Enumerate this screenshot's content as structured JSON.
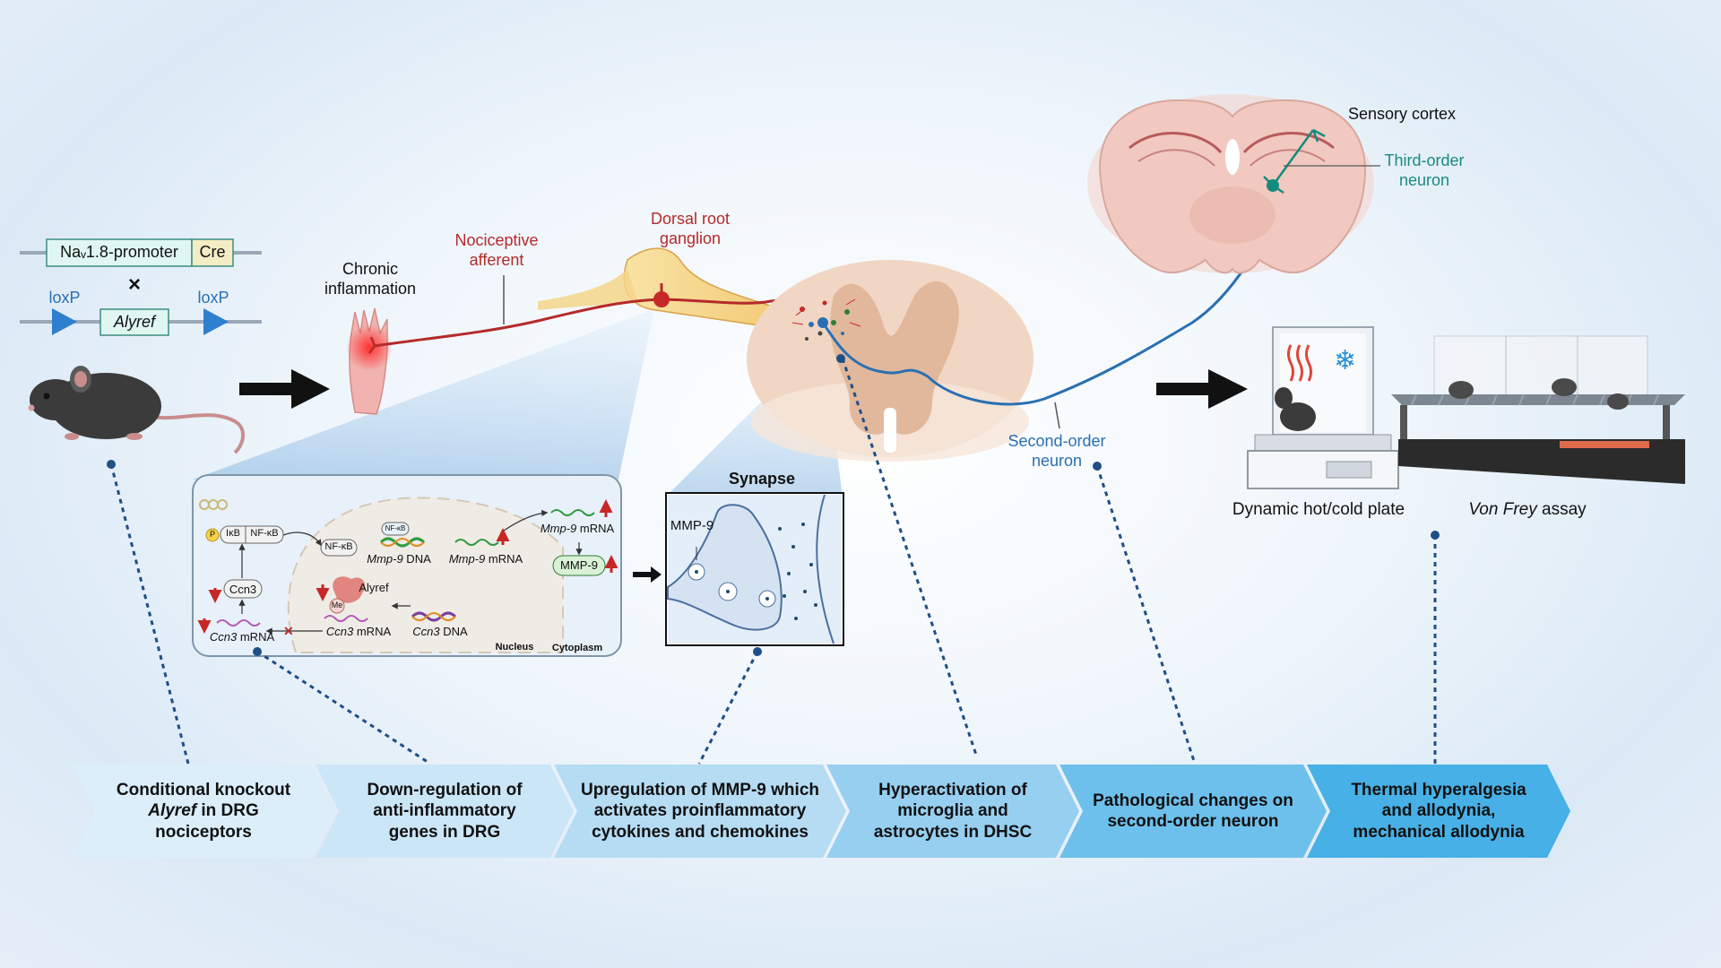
{
  "genetics": {
    "promoter": "Naᵥ1.8-promoter",
    "cre": "Cre",
    "cross": "×",
    "loxp_left": "loxP",
    "loxp_right": "loxP",
    "gene": "Alyref"
  },
  "labels": {
    "chronic_inflammation": "Chronic inflammation",
    "nociceptive_afferent": "Nociceptive afferent",
    "dorsal_root_ganglion": "Dorsal root ganglion",
    "sensory_cortex": "Sensory cortex",
    "third_order_neuron": "Third-order neuron",
    "second_order_neuron": "Second-order neuron",
    "synapse": "Synapse",
    "mmp9_synapse": "MMP-9",
    "hot_cold_plate": "Dynamic hot/cold plate",
    "von_frey_italic": "Von Frey",
    "von_frey_rest": " assay"
  },
  "cell": {
    "ikb": "IκB",
    "nfkb": "NF-κB",
    "nfkb2": "NF-κB",
    "nfkb_small": "NF-κB",
    "p": "P",
    "mmp9_dna_italic": "Mmp-9",
    "mmp9_dna_rest": " DNA",
    "mmp9_mrna_italic": "Mmp-9",
    "mmp9_mrna_rest": " mRNA",
    "mmp9_mrna2_italic": "Mmp-9",
    "mmp9_mrna2_rest": " mRNA",
    "mmp9_protein": "MMP-9",
    "ccn3_protein": "Ccn3",
    "ccn3_mrna_italic": "Ccn3",
    "ccn3_mrna_rest": " mRNA",
    "ccn3_mrna2_italic": "Ccn3",
    "ccn3_mrna2_rest": " mRNA",
    "ccn3_dna_italic": "Ccn3",
    "ccn3_dna_rest": " DNA",
    "alyref": "Alyref",
    "me": "Me",
    "nucleus": "Nucleus",
    "cytoplasm": "Cytoplasm"
  },
  "steps": [
    {
      "l1": "Conditional knockout",
      "l2_italic": "Alyref",
      "l2_rest": " in DRG",
      "l3": "nociceptors"
    },
    {
      "l1": "Down-regulation of",
      "l2": "anti-inflammatory",
      "l3": "genes in DRG"
    },
    {
      "l1": "Upregulation of MMP-9 which",
      "l2": "activates proinflammatory",
      "l3": "cytokines and chemokines"
    },
    {
      "l1": "Hyperactivation of",
      "l2": "microglia and",
      "l3": "astrocytes in DHSC"
    },
    {
      "l1": "Pathological changes on",
      "l2": "second-order neuron"
    },
    {
      "l1": "Thermal hyperalgesia",
      "l2": "and allodynia,",
      "l3": "mechanical allodynia"
    }
  ],
  "colors": {
    "dark_red": "#b52a2a",
    "teal": "#178a7e",
    "blue": "#2a6fb3",
    "step1": "#dceefa",
    "step6": "#47b0e6"
  }
}
